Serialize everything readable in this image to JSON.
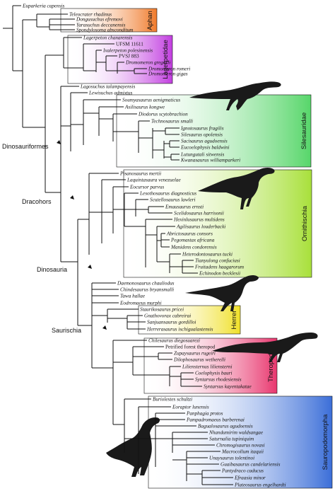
{
  "taxa": [
    {
      "name": "Euparkeria capensis",
      "style": "italic"
    },
    {
      "name": "Teleocrater rhadinus",
      "style": "italic"
    },
    {
      "name": "Dongusuchus efremovi",
      "style": "italic"
    },
    {
      "name": "Yarasuchus deccanensis",
      "style": "italic"
    },
    {
      "name": "Spondylosoma absconditum",
      "style": "italic"
    },
    {
      "name": "Lagerpeton chanarensis",
      "style": "italic"
    },
    {
      "name": "UFSM 11611",
      "style": "plain"
    },
    {
      "name": "Ixalerpeton polesinensis",
      "style": "italic"
    },
    {
      "name": "PVSJ 883",
      "style": "plain"
    },
    {
      "name": "Dromomeron gregorii",
      "style": "italic"
    },
    {
      "name": "Dromomeron romeri",
      "style": "italic"
    },
    {
      "name": "Dromomeron gigas",
      "style": "italic"
    },
    {
      "name": "Lagosuchus talampayensis",
      "style": "italic"
    },
    {
      "name": "Lewisuchus admixtus",
      "style": "italic"
    },
    {
      "name": "Soumyasaurus aenigmaticus",
      "style": "italic"
    },
    {
      "name": "Asilisaurus kongwe",
      "style": "italic"
    },
    {
      "name": "Diodorus scytobrachion",
      "style": "italic"
    },
    {
      "name": "Technosaurus smalli",
      "style": "italic"
    },
    {
      "name": "Ignotosaurus fragilis",
      "style": "italic"
    },
    {
      "name": "Silesaurus opolensis",
      "style": "italic"
    },
    {
      "name": "Sacisaurus agudoensis",
      "style": "italic"
    },
    {
      "name": "Eucoelophysis baldwini",
      "style": "italic"
    },
    {
      "name": "Lutungutali sitwensis",
      "style": "italic"
    },
    {
      "name": "Kwanasaurus williamparkeri",
      "style": "italic"
    },
    {
      "name": "Pisanosaurus mertii",
      "style": "italic"
    },
    {
      "name": "Laquintasaura venezuelae",
      "style": "italic"
    },
    {
      "name": "Eocursor parvus",
      "style": "italic"
    },
    {
      "name": "Lesothosaurus diagnosticus",
      "style": "italic"
    },
    {
      "name": "Scutellosaurus lawleri",
      "style": "italic"
    },
    {
      "name": "Emausaurus ernsti",
      "style": "italic"
    },
    {
      "name": "Scelidosaurus harrisonii",
      "style": "italic"
    },
    {
      "name": "Hexinlusaurus multidens",
      "style": "italic"
    },
    {
      "name": "Agilisaurus louderbacki",
      "style": "italic"
    },
    {
      "name": "Abrictosaurus consors",
      "style": "italic"
    },
    {
      "name": "Pegomastax africana",
      "style": "italic"
    },
    {
      "name": "Manidens condorensis",
      "style": "italic"
    },
    {
      "name": "Heterodontosaurus tucki",
      "style": "italic"
    },
    {
      "name": "Tianyulong confuciusi",
      "style": "italic"
    },
    {
      "name": "Fruitadens haagarorum",
      "style": "italic"
    },
    {
      "name": "Echinodon becklesii",
      "style": "italic"
    },
    {
      "name": "Daemonosaurus chauliodus",
      "style": "italic"
    },
    {
      "name": "Chindesaurus bryansmalli",
      "style": "italic"
    },
    {
      "name": "Tawa hallae",
      "style": "italic"
    },
    {
      "name": "Eodromaeus murphi",
      "style": "italic"
    },
    {
      "name": "Staurikosaurus pricei",
      "style": "italic"
    },
    {
      "name": "Gnathovorax cabreirai",
      "style": "italic"
    },
    {
      "name": "Sanjuansaurus gordilloi",
      "style": "italic"
    },
    {
      "name": "Herrerasaurus ischigualastensis",
      "style": "italic"
    },
    {
      "name": "Chilesaurus diegosuarezi",
      "style": "italic"
    },
    {
      "name": "Petrified forest theropod",
      "style": "plain"
    },
    {
      "name": "Zupaysaurus rugeiri",
      "style": "italic"
    },
    {
      "name": "Dilophosaurus wetherelli",
      "style": "italic"
    },
    {
      "name": "Liliensternus liliensterni",
      "style": "italic"
    },
    {
      "name": "Coelophysis bauri",
      "style": "italic"
    },
    {
      "name": "Syntarsus rhodesiensis",
      "style": "italic"
    },
    {
      "name": "Syntarsus kayentakatae",
      "style": "italic"
    },
    {
      "name": "Buriolestes schultzi",
      "style": "italic"
    },
    {
      "name": "Eoraptor lunensis",
      "style": "italic"
    },
    {
      "name": "Panphagia protos",
      "style": "italic"
    },
    {
      "name": "Pampadromaeus barberenai",
      "style": "italic"
    },
    {
      "name": "Bagualosaurus agudoensis",
      "style": "italic"
    },
    {
      "name": "Nhandumirim waldsangae",
      "style": "italic"
    },
    {
      "name": "Saturnalia tupiniquim",
      "style": "italic"
    },
    {
      "name": "Chromogisaurus novasi",
      "style": "italic"
    },
    {
      "name": "Macrocollum itaquii",
      "style": "italic"
    },
    {
      "name": "Unaysaurus tolentinoi",
      "style": "italic"
    },
    {
      "name": "Guaibasaurus candelariensis",
      "style": "italic"
    },
    {
      "name": "Pantydraco caducus",
      "style": "italic"
    },
    {
      "name": "Efraasia minor",
      "style": "italic"
    },
    {
      "name": "Plateosaurus engelhardti",
      "style": "italic"
    }
  ],
  "node_labels": [
    "Dinosauriformes",
    "Dracohors",
    "Dinosauria",
    "Saurischia"
  ],
  "clades": [
    {
      "name": "Aphan",
      "color": "#f07a2a"
    },
    {
      "name": "Lagerpetidae",
      "color": "#c23ee0"
    },
    {
      "name": "Silesauridae",
      "color": "#57d66a"
    },
    {
      "name": "Ornithischia",
      "color": "#a8e03a"
    },
    {
      "name": "Herrer",
      "color": "#f0e028"
    },
    {
      "name": "Theropoda",
      "color": "#e8366e"
    },
    {
      "name": "Sauropodomorpha",
      "color": "#3b6ed8"
    }
  ]
}
